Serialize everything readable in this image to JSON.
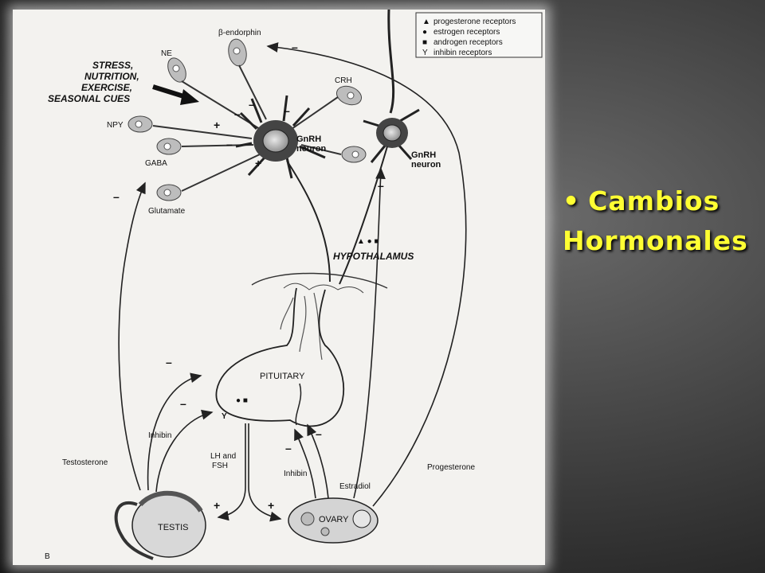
{
  "slide": {
    "bullet": "Cambios Hormonales",
    "bullet_color": "#ffff33"
  },
  "diagram": {
    "legend": [
      {
        "symbol": "▲",
        "label": "progesterone receptors"
      },
      {
        "symbol": "●",
        "label": "estrogen receptors"
      },
      {
        "symbol": "■",
        "label": "androgen receptors"
      },
      {
        "symbol": "Y",
        "label": "inhibin receptors"
      }
    ],
    "cues": [
      "STRESS,",
      "NUTRITION,",
      "EXERCISE,",
      "SEASONAL CUES"
    ],
    "inputs": [
      "β-endorphin",
      "NE",
      "CRH",
      "NPY",
      "GABA",
      "Glutamate"
    ],
    "neuron_label": [
      "GnRH",
      "neuron"
    ],
    "neuron2_label": [
      "GnRH",
      "neuron"
    ],
    "hypothalamus": "HYPOTHALAMUS",
    "hypothalamus_symbols": "▲ ● ■",
    "pituitary": "PITUITARY",
    "pituitary_symbols": "● ■",
    "pituitary_receptor": "Y",
    "lh_fsh": [
      "LH and",
      "FSH"
    ],
    "testis": "TESTIS",
    "ovary": "OVARY",
    "hormones": {
      "inhibin_left": "Inhibin",
      "testosterone": "Testosterone",
      "inhibin_right": "Inhibin",
      "estradiol": "Estradiol",
      "progesterone": "Progesterone"
    },
    "signs": {
      "endorphin": "–",
      "ne": "–",
      "crh": "–",
      "npy": "+",
      "gaba": "–",
      "glutamate": "+",
      "top_right": "–",
      "ovary_to_neuron": "–",
      "testosterone_to_brain": "–",
      "testis_to_pit": "–",
      "inhibin_to_pit": "–",
      "estradiol_to_pit": "–",
      "inhibin_r_to_pit": "–",
      "lh_to_testis": "+",
      "lh_to_ovary": "+"
    },
    "panel_letter": "B"
  }
}
